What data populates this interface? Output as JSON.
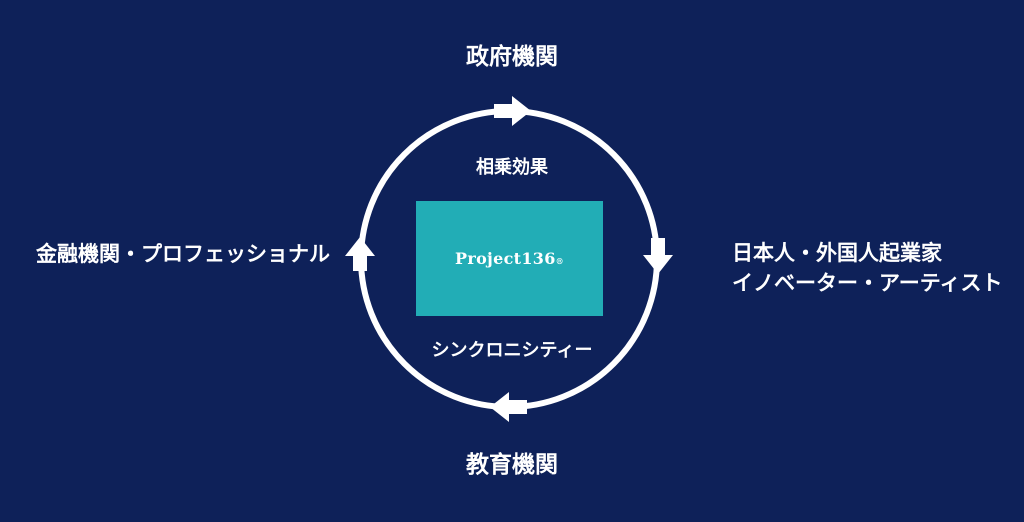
{
  "diagram": {
    "top_label": "政府機関",
    "bottom_label": "教育機関",
    "left_label": "金融機関・プロフェッショナル",
    "right_label_lines": [
      "日本人・外国人起業家",
      "イノベーター・アーティスト"
    ],
    "inner_top_label": "相乗効果",
    "inner_bottom_label": "シンクロニシティー",
    "center_box": {
      "text": "Project136",
      "mark": "®"
    }
  },
  "colors": {
    "background": "#0e2159",
    "ring": "#ffffff",
    "center_box": "#22adb6",
    "text": "#ffffff"
  }
}
